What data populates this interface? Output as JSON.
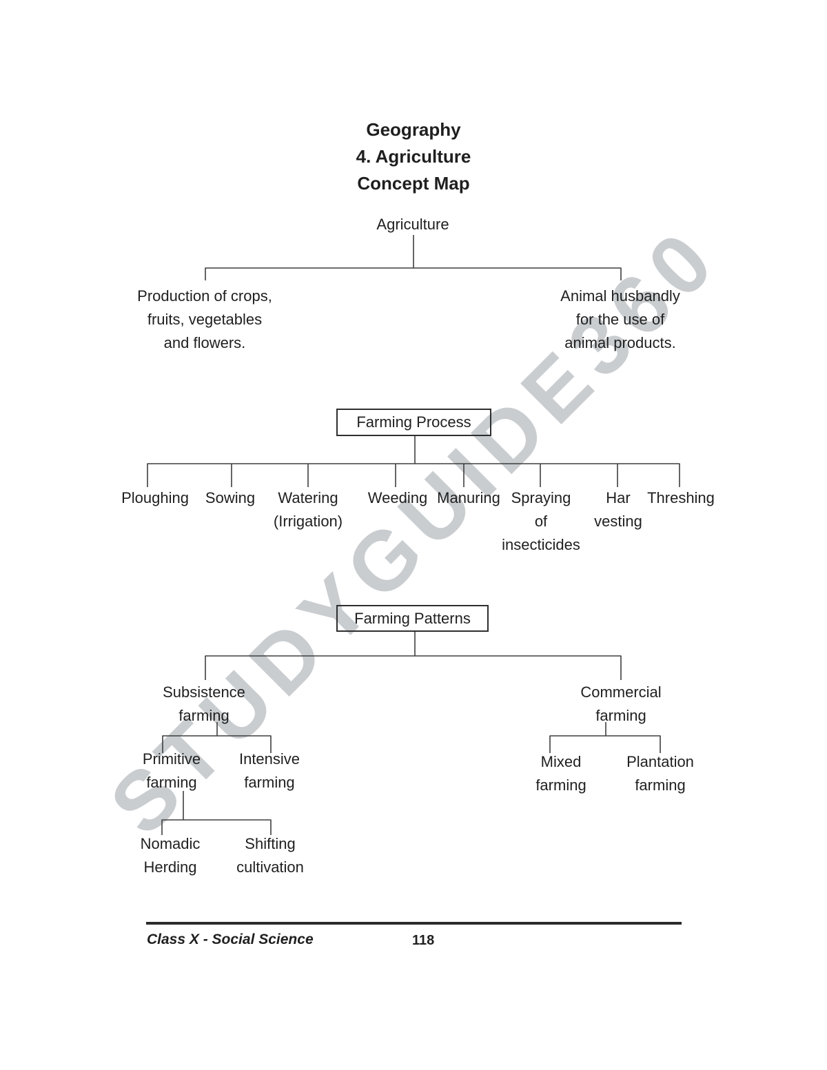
{
  "page": {
    "watermark": "STUDYGUIDE360",
    "watermark_color": "#c9cdd0",
    "background": "#ffffff"
  },
  "header": {
    "subject": "Geography",
    "chapter": "4. Agriculture",
    "map_type": "Concept Map"
  },
  "tree": {
    "root": "Agriculture",
    "left_branch": "Production of crops,\nfruits, vegetables\nand flowers.",
    "right_branch": "Animal husbandly\nfor the use of\nanimal products.",
    "process": {
      "box_label": "Farming Process",
      "steps": [
        "Ploughing",
        "Sowing",
        "Watering\n(Irrigation)",
        "Weeding",
        "Manuring",
        "Spraying\nof\ninsecticides",
        "Har\nvesting",
        "Threshing"
      ]
    },
    "patterns": {
      "box_label": "Farming Patterns",
      "subsistence": "Subsistence\nfarming",
      "commercial": "Commercial\nfarming",
      "primitive": "Primitive\nfarming",
      "intensive": "Intensive\nfarming",
      "mixed": "Mixed\nfarming",
      "plantation": "Plantation\nfarming",
      "nomadic": "Nomadic\nHerding",
      "shifting": "Shifting\ncultivation"
    }
  },
  "footer": {
    "course": "Class X - Social Science",
    "page_number": "118"
  }
}
